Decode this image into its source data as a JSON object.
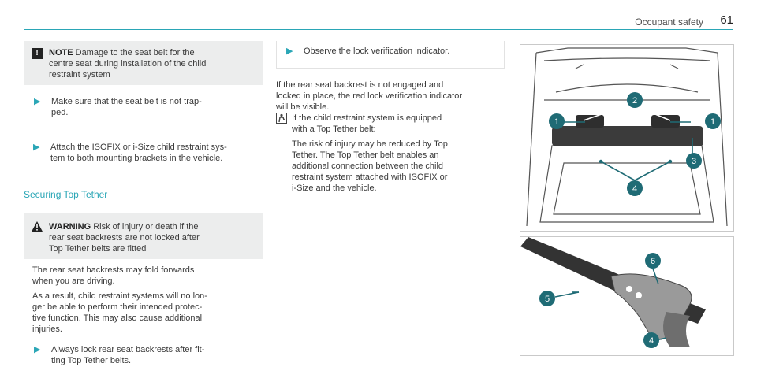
{
  "header": {
    "title": "Occupant safety",
    "page_number": "61"
  },
  "note": {
    "icon": "exclamation-icon",
    "label": "NOTE",
    "line1": "Damage to the seat belt for the",
    "line2": "centre seat during installation of the child",
    "line3": "restraint system",
    "step_line1": "Make sure that the seat belt is not trap-",
    "step_line2": "ped."
  },
  "attach_step": {
    "line1": "Attach the ISOFIX or i-Size child restraint sys-",
    "line2": "tem to both mounting brackets in the vehicle."
  },
  "section_title": "Securing Top Tether",
  "warning": {
    "icon": "warning-triangle-icon",
    "label": "WARNING",
    "line1": "Risk of injury or death if the",
    "line2": "rear seat backrests are not locked after",
    "line3": "Top Tether belts are fitted",
    "p1_line1": "The rear seat backrests may fold forwards",
    "p1_line2": "when you are driving.",
    "p2_line1": "As a result, child restraint systems will no lon-",
    "p2_line2": "ger be able to perform their intended protec-",
    "p2_line3": "tive function. This may also cause additional",
    "p2_line4": "injuries.",
    "step_line1": "Always lock rear seat backrests after fit-",
    "step_line2": "ting Top Tether belts."
  },
  "observe_step": "Observe the lock verification indicator.",
  "body": {
    "line1": "If the rear seat backrest is not engaged and",
    "line2": "locked in place, the red lock verification indicator",
    "line3": "will be visible."
  },
  "child_note": {
    "icon": "child-seat-icon",
    "line1": "If the child restraint system is equipped",
    "line2": "with a Top Tether belt:",
    "p_line1": "The risk of injury may be reduced by Top",
    "p_line2": "Tether. The Top Tether belt enables an",
    "p_line3": "additional connection between the child",
    "p_line4": "restraint system attached with ISOFIX or",
    "p_line5": "i-Size and the vehicle."
  },
  "callouts_top": [
    "1",
    "2",
    "1",
    "3",
    "4"
  ],
  "callouts_bottom": [
    "6",
    "5",
    "4"
  ],
  "colors": {
    "accent": "#2aa6b6",
    "callout_fill": "#1f6b75",
    "panel": "#eceded"
  }
}
